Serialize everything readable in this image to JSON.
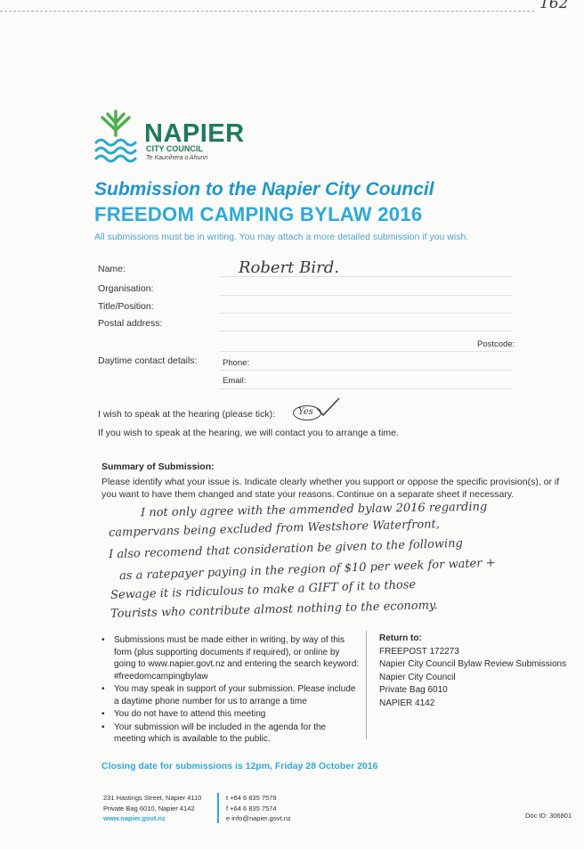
{
  "page_number": "162",
  "logo": {
    "name": "NAPIER",
    "sub": "CITY COUNCIL",
    "maori": "Te Kaunihera o Ahuriri"
  },
  "title1": "Submission to the Napier City Council",
  "title2": "FREEDOM CAMPING BYLAW 2016",
  "intro": "All submissions must be in writing. You may attach a more detailed submission if you wish.",
  "fields": {
    "name_label": "Name:",
    "name_value": "Robert Bird.",
    "org_label": "Organisation:",
    "title_label": "Title/Position:",
    "postal_label": "Postal address:",
    "postcode_label": "Postcode:",
    "daytime_label": "Daytime contact details:",
    "phone_label": "Phone:",
    "email_label": "Email:"
  },
  "hearing": {
    "question": "I wish to speak at the hearing (please tick):",
    "answer": "Yes",
    "note": "If you wish to speak at the hearing, we will contact you to arrange a time."
  },
  "summary": {
    "heading": "Summary of Submission:",
    "instructions": "Please identify what your issue is. Indicate clearly whether you support or oppose the specific provision(s), or if you want to have them changed and state your reasons. Continue on a separate sheet if necessary.",
    "handwritten": [
      "I not only agree with the ammended bylaw 2016 regarding",
      "campervans being excluded from Westshore Waterfront,",
      "I also recomend that consideration be given to the following",
      "as a ratepayer paying in the region of $10 per week for water +",
      "Sewage it is ridiculous to make a GIFT of it to those",
      "Tourists who contribute almost nothing to the economy."
    ]
  },
  "bullets": [
    "Submissions must be made either in writing, by way of this form (plus supporting documents if required), or online by going to www.napier.govt.nz and entering the search keyword: #freedomcampingbylaw",
    "You may speak in support of your submission. Please include a daytime phone number for us to arrange a time",
    "You do not have to attend this meeting",
    "Your submission will be included in the agenda for the meeting which is available to the public."
  ],
  "return_to": {
    "heading": "Return to:",
    "lines": [
      "FREEPOST 172273",
      "Napier City Council Bylaw Review Submissions",
      "Napier City Council",
      "Private Bag 6010",
      "NAPIER 4142"
    ]
  },
  "closing": "Closing date for submissions is 12pm, Friday 28 October 2016",
  "footer": {
    "address1": "231 Hastings Street, Napier 4110",
    "address2": "Private Bag 6010, Napier 4142",
    "web": "www.napier.govt.nz",
    "phone": "t +64 6 835 7579",
    "fax": "f +64 6 835 7574",
    "email": "e info@napier.govt.nz",
    "doc_id": "Doc ID: 306801"
  },
  "colors": {
    "brand_green": "#1f7a5c",
    "brand_blue": "#2ea9d9"
  }
}
